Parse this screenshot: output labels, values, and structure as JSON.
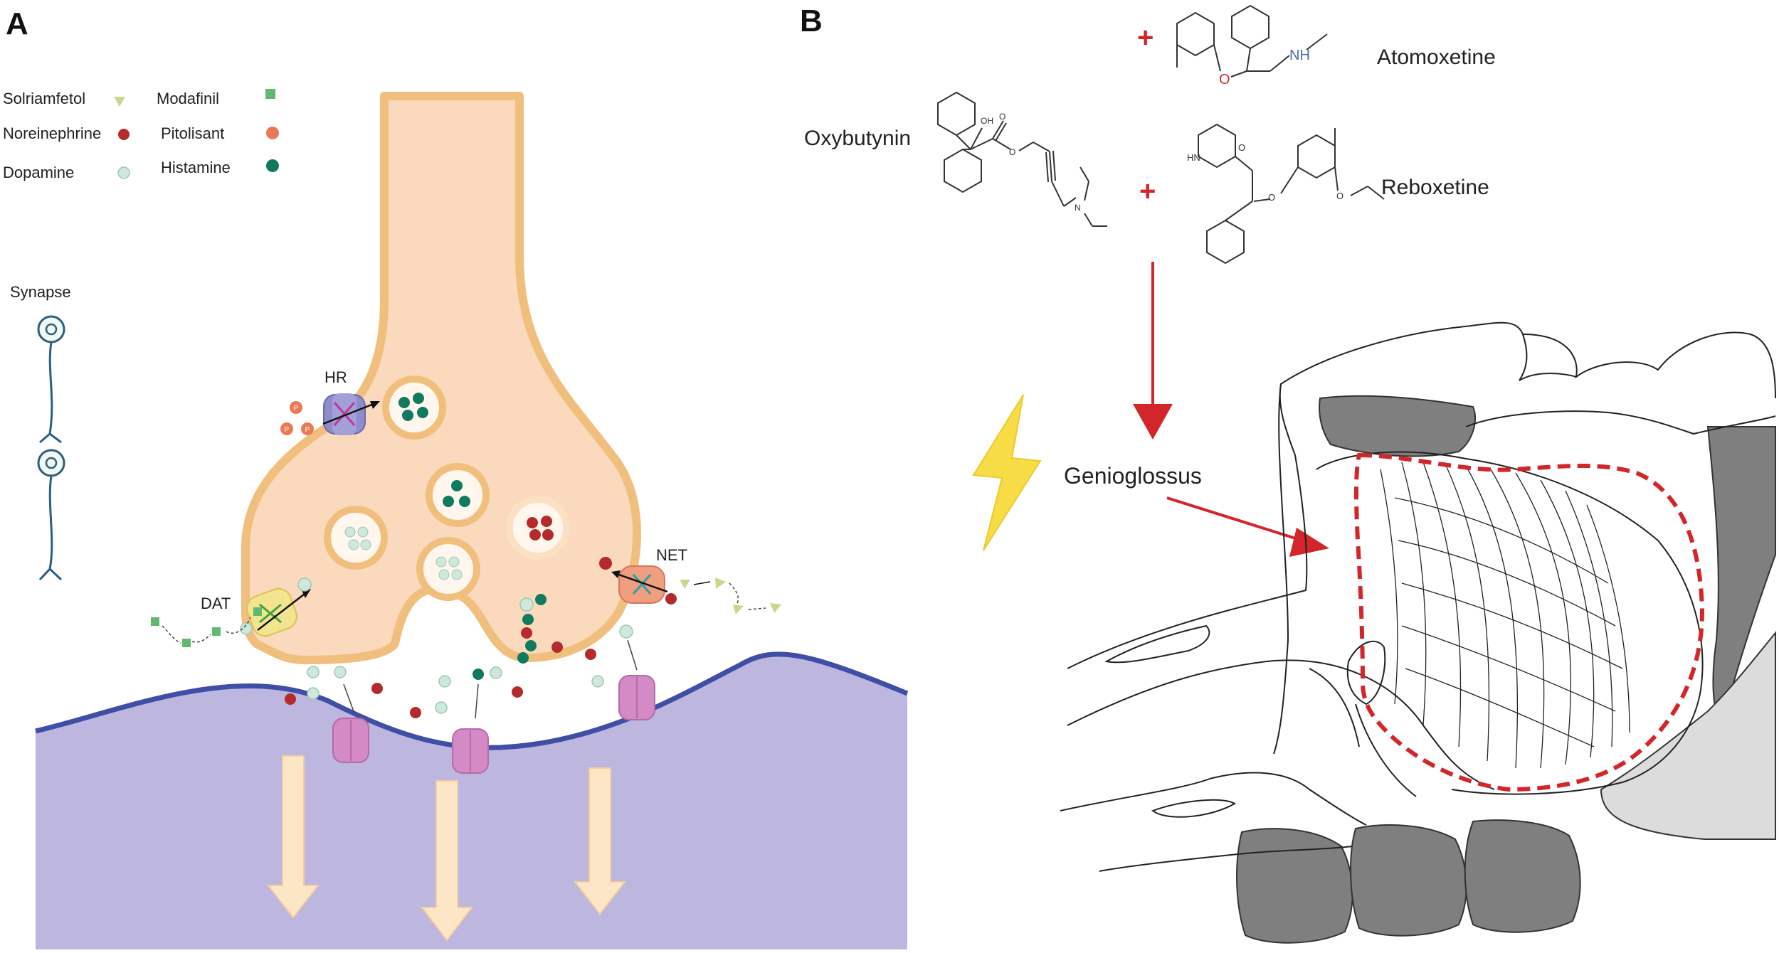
{
  "panelA": {
    "letter": "A",
    "legend": {
      "solriamfetol": "Solriamfetol",
      "modafinil": "Modafinil",
      "noreinephrine": "Noreinephrine",
      "pitolisant": "Pitolisant",
      "dopamine": "Dopamine",
      "histamine": "Histamine"
    },
    "synapse_label": "Synapse",
    "transporters": {
      "hr": "HR",
      "dat": "DAT",
      "net": "NET"
    },
    "pitolisant_glyph": "P"
  },
  "panelB": {
    "letter": "B",
    "drugs": {
      "oxybutynin": "Oxybutynin",
      "atomoxetine": "Atomoxetine",
      "reboxetine": "Reboxetine"
    },
    "plus_sign": "+",
    "atoms": {
      "oh": "OH",
      "o": "O",
      "n": "N",
      "nh": "NH",
      "hn": "HN"
    },
    "muscle_label": "Genioglossus"
  },
  "colors": {
    "solriamfetol": "#c6d98a",
    "modafinil": "#5fb96f",
    "noreinephrine": "#b52a2a",
    "pitolisant": "#ea7a55",
    "dopamine": "#cfe8dc",
    "histamine": "#0f7a5e",
    "terminal": "#fad9bc",
    "terminal_outline": "#f1bf7d",
    "postsynaptic": "#bdb6df",
    "postsynaptic_edge": "#3f4ea6",
    "receptor": "#d48ac4",
    "arrow_accent": "#d3262a",
    "lightning": "#f7dc45"
  }
}
